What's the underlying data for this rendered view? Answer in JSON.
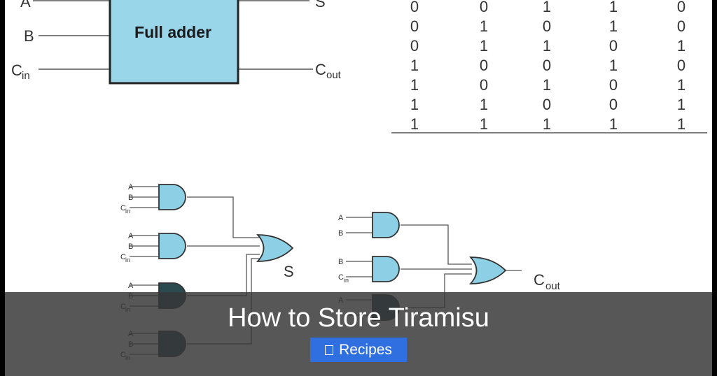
{
  "full_adder": {
    "block_label": "Full adder",
    "inputs": [
      "A",
      "B",
      "C",
      "in"
    ],
    "outputs": [
      "S",
      "C",
      "out"
    ]
  },
  "truth_table": {
    "rows": [
      [
        "0",
        "0",
        "1",
        "1",
        "0"
      ],
      [
        "0",
        "1",
        "0",
        "1",
        "0"
      ],
      [
        "0",
        "1",
        "1",
        "0",
        "1"
      ],
      [
        "1",
        "0",
        "0",
        "1",
        "0"
      ],
      [
        "1",
        "0",
        "1",
        "0",
        "1"
      ],
      [
        "1",
        "1",
        "0",
        "0",
        "1"
      ],
      [
        "1",
        "1",
        "1",
        "1",
        "1"
      ]
    ]
  },
  "sum_circuit": {
    "gate_inputs": [
      [
        "A",
        "B",
        "C",
        "in"
      ],
      [
        "A",
        "B",
        "C",
        "in"
      ],
      [
        "A",
        "B",
        "C",
        "in"
      ],
      [
        "A",
        "B",
        "C",
        "in"
      ]
    ],
    "output_label": "S"
  },
  "carry_circuit": {
    "gate_inputs": [
      [
        "A",
        "B"
      ],
      [
        "B",
        "C",
        "in"
      ],
      [
        "A"
      ]
    ],
    "output_label": "C",
    "output_sub": "out"
  },
  "overlay": {
    "title": "How to Store Tiramisu",
    "category": "Recipes",
    "category_icon": "folder-icon"
  },
  "colors": {
    "gate_fill": "#8dd0e6",
    "block_fill": "#9ad6ea",
    "overlay_bg": "#373737",
    "badge_bg": "#2f6fe0"
  }
}
